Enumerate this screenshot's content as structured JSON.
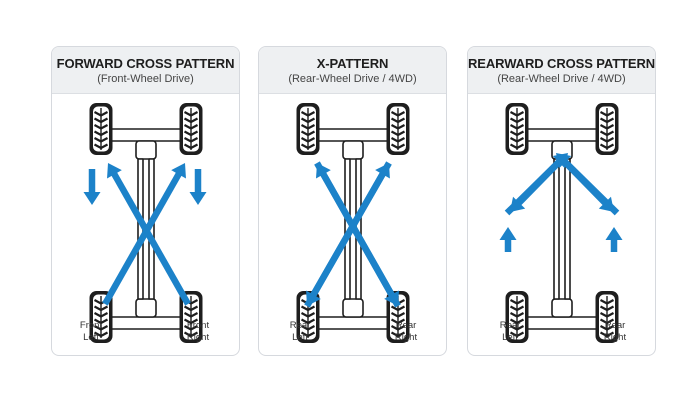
{
  "panels": [
    {
      "title": "FORWARD CROSS PATTERN",
      "subtitle": "(Front-Wheel Drive)",
      "left_label": [
        "Front",
        "Left"
      ],
      "right_label": [
        "Front",
        "Right"
      ],
      "pattern": "forward-cross"
    },
    {
      "title": "X-PATTERN",
      "subtitle": "(Rear-Wheel Drive / 4WD)",
      "left_label": [
        "Rear",
        "Left"
      ],
      "right_label": [
        "Rear",
        "Right"
      ],
      "pattern": "x-pattern"
    },
    {
      "title": "REARWARD CROSS PATTERN",
      "subtitle": "(Rear-Wheel Drive / 4WD)",
      "left_label": [
        "Rear",
        "Left"
      ],
      "right_label": [
        "Rear",
        "Right"
      ],
      "pattern": "rearward-cross"
    }
  ],
  "colors": {
    "arrow": "#1c82c9",
    "tire": "#1e1e1e",
    "frame": "#ffffff"
  }
}
